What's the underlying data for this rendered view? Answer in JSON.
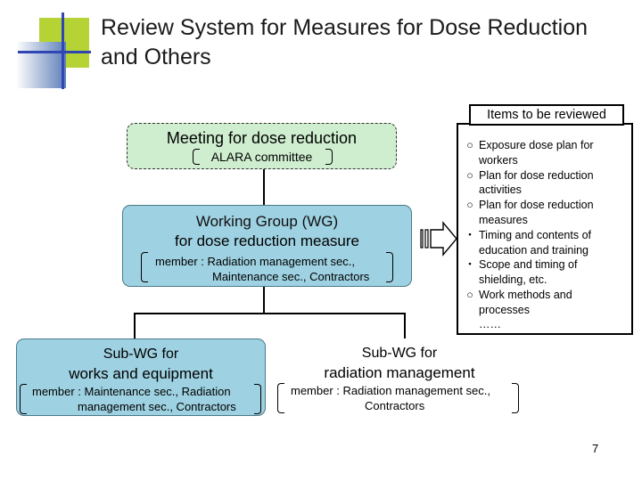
{
  "title": "Review System for Measures for Dose Reduction and Others",
  "meeting": {
    "title": "Meeting for dose reduction",
    "subtitle": "ALARA committee"
  },
  "working_group": {
    "line1": "Working  Group (WG)",
    "line2": "for dose reduction measure",
    "member_line1": "member : Radiation management sec.,",
    "member_line2": "Maintenance sec., Contractors"
  },
  "sub_wg_works": {
    "line1": "Sub-WG  for",
    "line2": "works and equipment",
    "member_line1": "member : Maintenance sec., Radiation",
    "member_line2": "management sec., Contractors"
  },
  "sub_wg_radiation": {
    "line1": "Sub-WG  for",
    "line2": "radiation management",
    "member_line1": "member : Radiation management sec.,",
    "member_line2": "Contractors"
  },
  "items_panel": {
    "label": "Items to be reviewed",
    "items": [
      {
        "bullet": "○",
        "text": "Exposure dose plan for workers"
      },
      {
        "bullet": "○",
        "text": "Plan for dose reduction activities"
      },
      {
        "bullet": "○",
        "text": "Plan for dose reduction measures"
      },
      {
        "bullet": "・",
        "text": "Timing and contents of education and training"
      },
      {
        "bullet": "・",
        "text": "Scope and timing of shielding, etc."
      },
      {
        "bullet": "○",
        "text": "Work methods and processes"
      }
    ],
    "ellipsis": "……"
  },
  "page_number": "7",
  "colors": {
    "meeting_fill": "#cfeecf",
    "wg_fill": "#9ed1e1",
    "logo_green": "#b5d334",
    "logo_blue": "#2f46b4"
  }
}
